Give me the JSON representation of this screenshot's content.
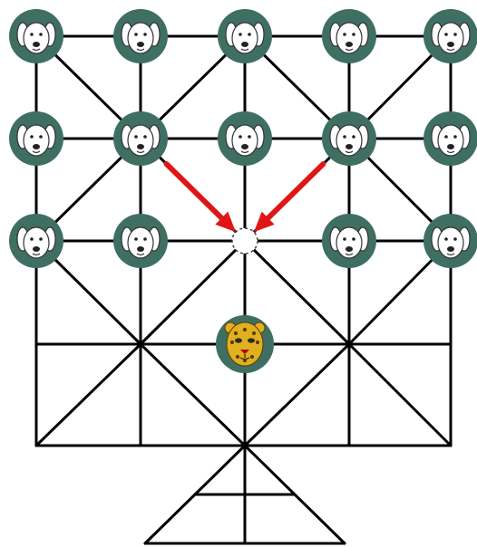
{
  "board": {
    "pieces": [
      {
        "type": "dog",
        "node": "r0c0"
      },
      {
        "type": "dog",
        "node": "r0c1"
      },
      {
        "type": "dog",
        "node": "r0c2"
      },
      {
        "type": "dog",
        "node": "r0c3"
      },
      {
        "type": "dog",
        "node": "r0c4"
      },
      {
        "type": "dog",
        "node": "r1c0"
      },
      {
        "type": "dog",
        "node": "r1c1"
      },
      {
        "type": "dog",
        "node": "r1c2"
      },
      {
        "type": "dog",
        "node": "r1c3"
      },
      {
        "type": "dog",
        "node": "r1c4"
      },
      {
        "type": "dog",
        "node": "r2c0"
      },
      {
        "type": "dog",
        "node": "r2c1"
      },
      {
        "type": "dog",
        "node": "r2c3"
      },
      {
        "type": "dog",
        "node": "r2c4"
      },
      {
        "type": "leopard",
        "node": "r3c2"
      }
    ],
    "empty_target": "r2c2",
    "moves": [
      {
        "from": "r1c1",
        "to": "r2c2",
        "color": "#e01616"
      },
      {
        "from": "r1c3",
        "to": "r2c2",
        "color": "#e01616"
      }
    ],
    "colors": {
      "ring": "#3f6f63",
      "leopard": "#e0b020",
      "arrow": "#e01616"
    }
  }
}
